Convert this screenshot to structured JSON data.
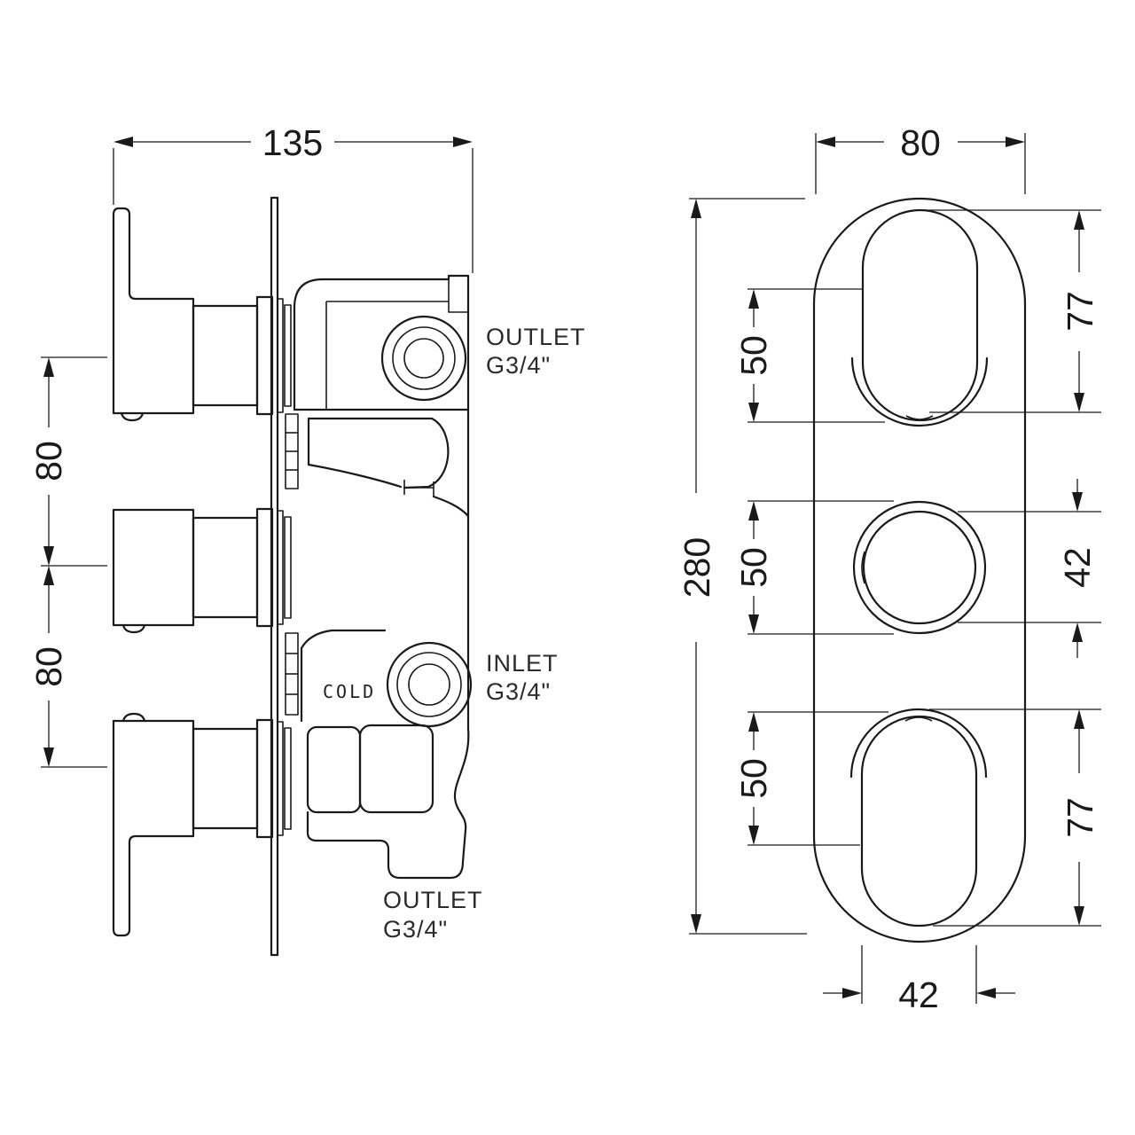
{
  "drawing": {
    "colors": {
      "line": "#1a1a1a",
      "background": "#ffffff"
    },
    "side_view": {
      "dim_width": "135",
      "dim_spacing_top": "80",
      "dim_spacing_bottom": "80",
      "outlet_top": {
        "line1": "OUTLET",
        "line2": "G3/4\""
      },
      "inlet": {
        "line1": "INLET",
        "line2": "G3/4\""
      },
      "outlet_bottom": {
        "line1": "OUTLET",
        "line2": "G3/4\""
      },
      "cold_marking": "COLD"
    },
    "front_view": {
      "dim_plate_width": "80",
      "dim_plate_height": "280",
      "dim_spacing": [
        "50",
        "50",
        "50"
      ],
      "dim_top_handle_height": "77",
      "dim_knob_diameter": "42",
      "dim_bottom_handle_height": "77",
      "dim_handle_width": "42"
    }
  }
}
